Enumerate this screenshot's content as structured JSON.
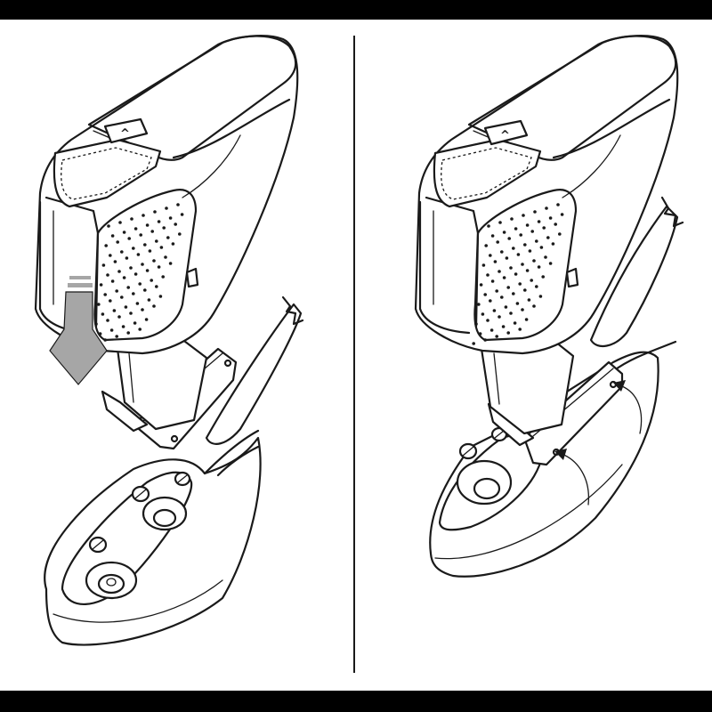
{
  "figure": {
    "panels": [
      {
        "id": "step-1",
        "action": "slide-down",
        "arrow_color": "#a6a6a6"
      },
      {
        "id": "step-2",
        "action": "fasten-screws",
        "arrow_color": "#1a1a1a"
      }
    ],
    "lid_button_glyph": "^",
    "colors": {
      "line": "#1a1a1a",
      "background": "#ffffff",
      "frame_bars": "#000000",
      "arrow_fill": "#a6a6a6",
      "dots": "#1a1a1a"
    }
  }
}
